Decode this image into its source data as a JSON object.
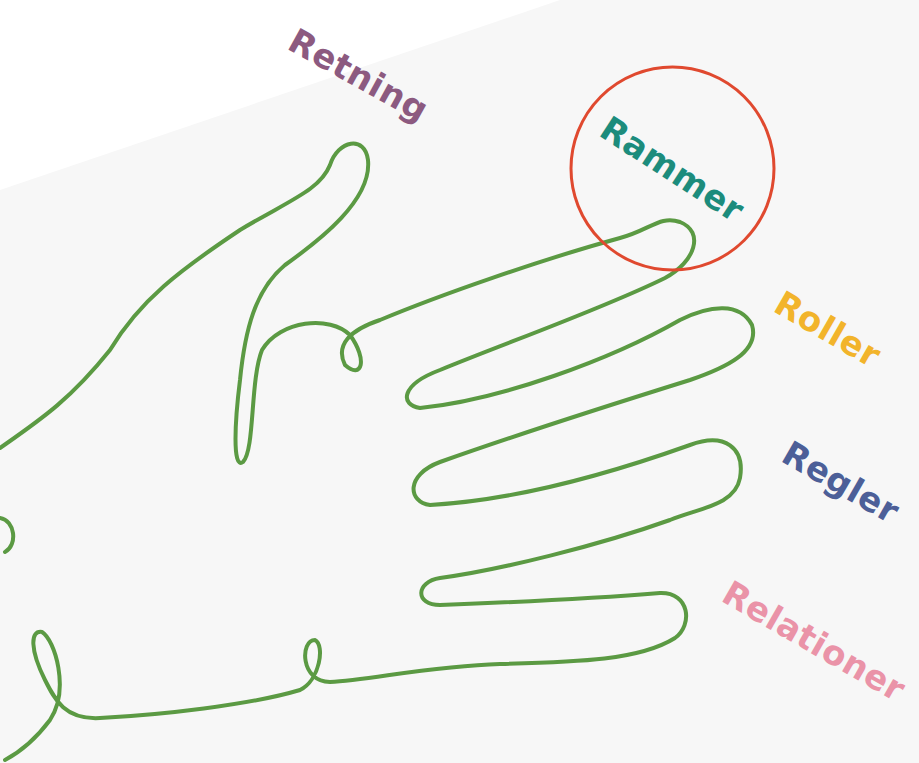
{
  "diagram": {
    "nodes": [
      {
        "text": [
          "Rammer"
        ]
      }
    ],
    "labels": [
      "Retning",
      "Roller",
      "Regler",
      "Relationer"
    ]
  }
}
